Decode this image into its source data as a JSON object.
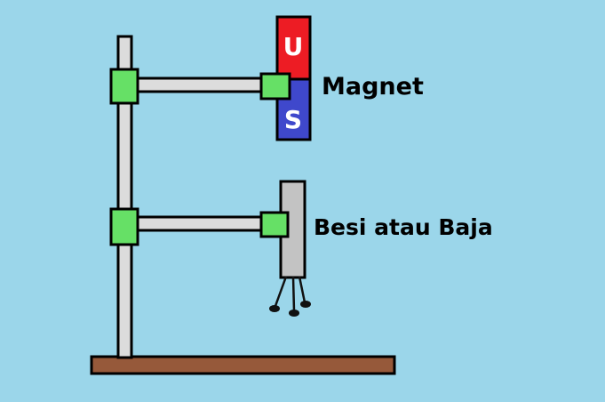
{
  "labels": {
    "magnet": "Magnet",
    "iron": "Besi atau Baja"
  },
  "magnet": {
    "north_letter": "U",
    "south_letter": "S",
    "north_color": "#ed1c24",
    "south_color": "#3f48cc"
  },
  "colors": {
    "background": "#9bd6ea",
    "rod": "#dcdcdc",
    "clamp": "#66e066",
    "base": "#96593a",
    "iron": "#c3c3c3",
    "filings": "#111111"
  }
}
